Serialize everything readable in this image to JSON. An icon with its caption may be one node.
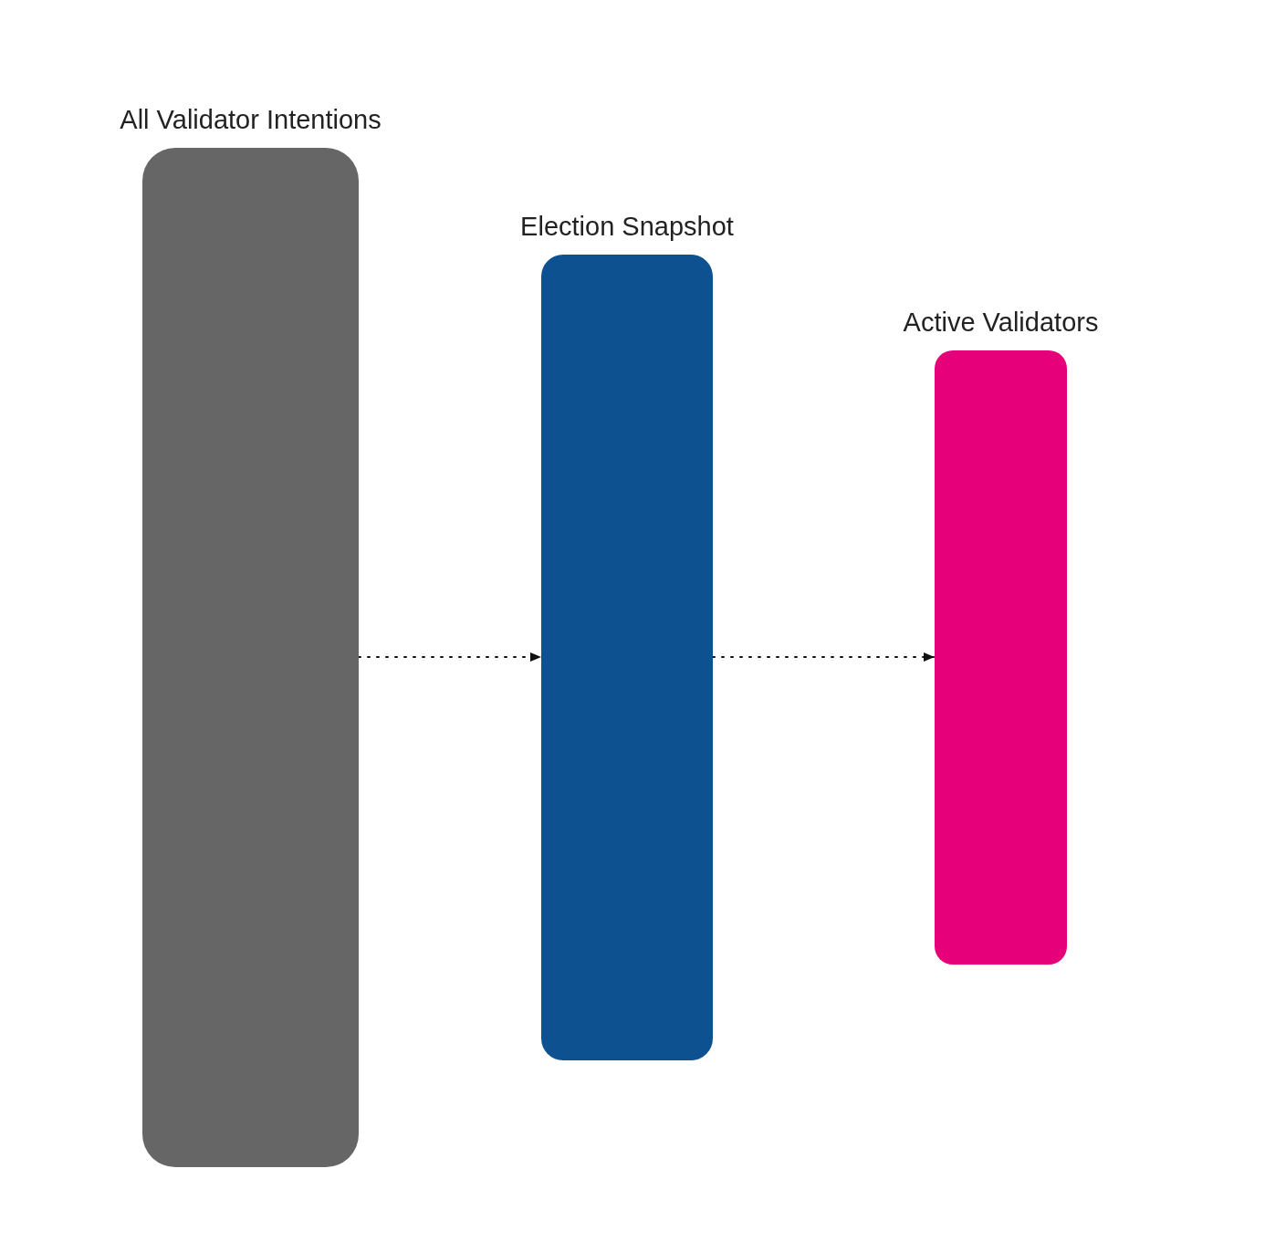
{
  "diagram": {
    "nodes": [
      {
        "text": [
          "All Validator Intentions"
        ]
      },
      {
        "text": [
          "Election Snapshot"
        ]
      },
      {
        "text": [
          "Active Validators"
        ]
      }
    ],
    "edges": [
      {
        "from": 0,
        "to": 1,
        "arrow": "to",
        "style": "dashed"
      },
      {
        "from": 1,
        "to": 2,
        "arrow": "to",
        "style": "dashed"
      }
    ]
  }
}
